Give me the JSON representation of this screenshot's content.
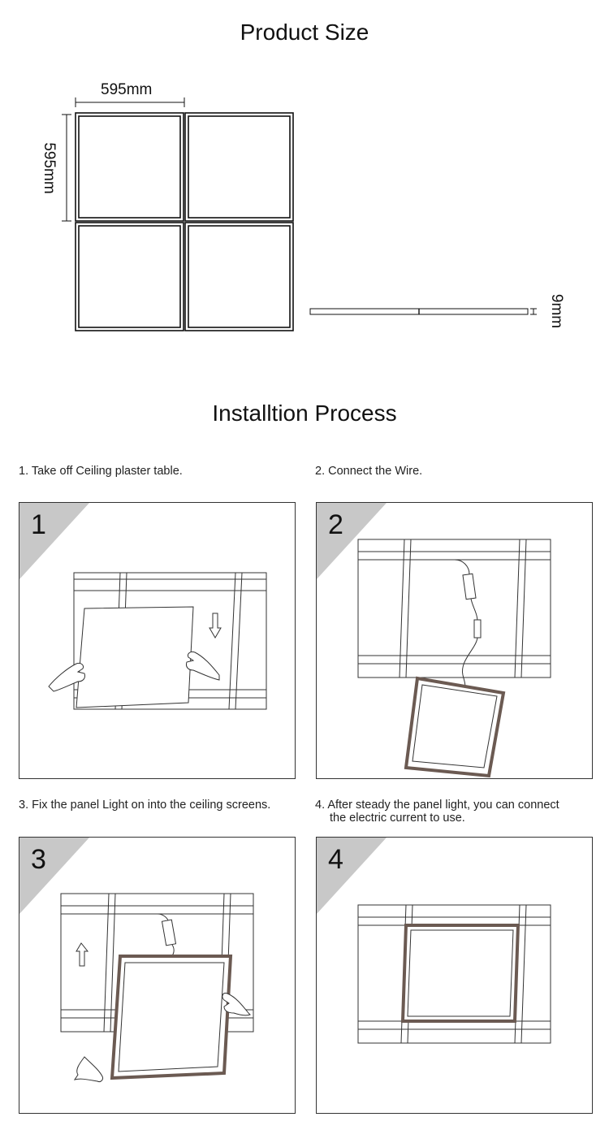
{
  "product_size": {
    "title": "Product Size",
    "width_label": "595mm",
    "height_label": "595mm",
    "thickness_label": "9mm"
  },
  "installation": {
    "title": "Installtion Process",
    "steps": [
      {
        "number": "1",
        "caption": "1. Take off Ceiling plaster table.",
        "caption_cont": ""
      },
      {
        "number": "2",
        "caption": "2. Connect the Wire.",
        "caption_cont": ""
      },
      {
        "number": "3",
        "caption": "3. Fix the panel Light on into the ceiling screens.",
        "caption_cont": ""
      },
      {
        "number": "4",
        "caption": "4. After steady the panel light, you can connect",
        "caption_cont": "the electric current to use."
      }
    ]
  },
  "colors": {
    "line": "#111111",
    "corner_tab": "#c8c8c8",
    "panel_frame": "#6b5a52"
  }
}
